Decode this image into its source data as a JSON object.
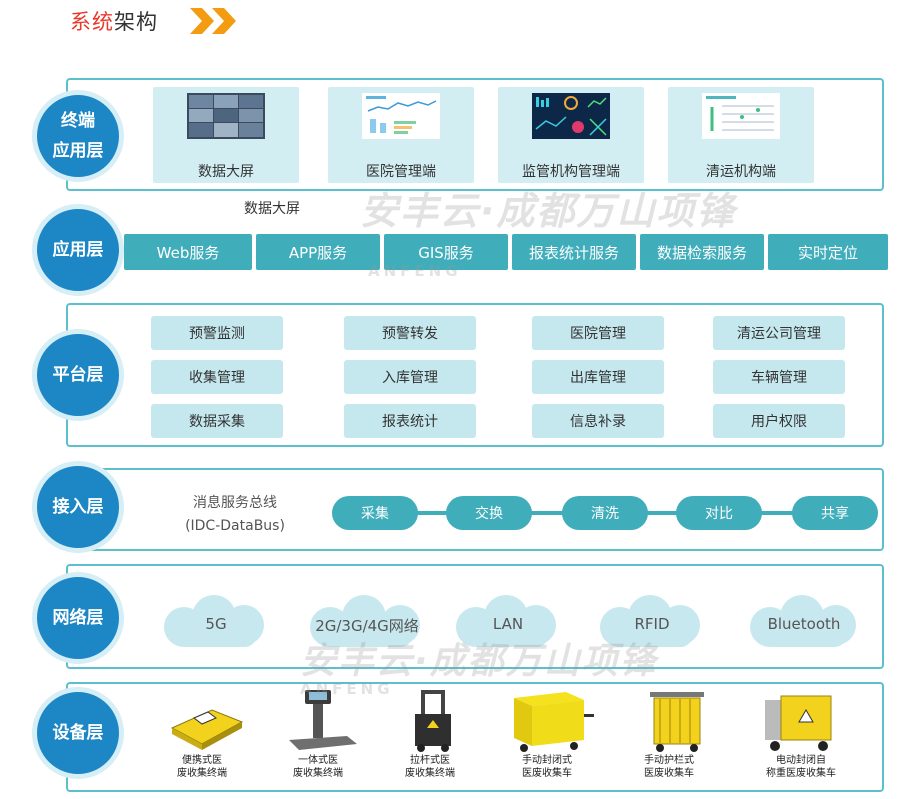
{
  "header": {
    "title_red": "系统",
    "title_dark": "架构"
  },
  "layers": {
    "terminal": {
      "line1": "终端",
      "line2": "应用层"
    },
    "application": {
      "label": "应用层"
    },
    "platform": {
      "label": "平台层"
    },
    "access": {
      "label": "接入层"
    },
    "network": {
      "label": "网络层"
    },
    "device": {
      "label": "设备层"
    }
  },
  "terminal_apps": [
    {
      "label": "数据大屏"
    },
    {
      "label": "医院管理端"
    },
    {
      "label": "监管机构管理端"
    },
    {
      "label": "清运机构端"
    }
  ],
  "terminal_sub_caption": "数据大屏",
  "services": [
    "Web服务",
    "APP服务",
    "GIS服务",
    "报表统计服务",
    "数据检索服务",
    "实时定位"
  ],
  "platform_modules": [
    [
      "预警监测",
      "预警转发",
      "医院管理",
      "清运公司管理"
    ],
    [
      "收集管理",
      "入库管理",
      "出库管理",
      "车辆管理"
    ],
    [
      "数据采集",
      "报表统计",
      "信息补录",
      "用户权限"
    ]
  ],
  "access": {
    "bus_line1": "消息服务总线",
    "bus_line2": "(IDC-DataBus)",
    "steps": [
      "采集",
      "交换",
      "清洗",
      "对比",
      "共享"
    ]
  },
  "networks": [
    "5G",
    "2G/3G/4G网络",
    "LAN",
    "RFID",
    "Bluetooth"
  ],
  "devices": [
    {
      "line1": "便携式医",
      "line2": "废收集终端"
    },
    {
      "line1": "一体式医",
      "line2": "废收集终端"
    },
    {
      "line1": "拉杆式医",
      "line2": "废收集终端"
    },
    {
      "line1": "手动封闭式",
      "line2": "医废收集车"
    },
    {
      "line1": "手动护栏式",
      "line2": "医废收集车"
    },
    {
      "line1": "电动封闭自",
      "line2": "称重医废收集车"
    }
  ],
  "watermark": {
    "text": "安丰云·成都万山项锋",
    "sub": "ANFENG"
  },
  "colors": {
    "accent": "#40adbb",
    "panel_border": "#5bbfcc",
    "circle": "#1d87c6",
    "light_box": "#c5e8ef",
    "title_red": "#e8392b",
    "chevron": "#f39c12"
  }
}
